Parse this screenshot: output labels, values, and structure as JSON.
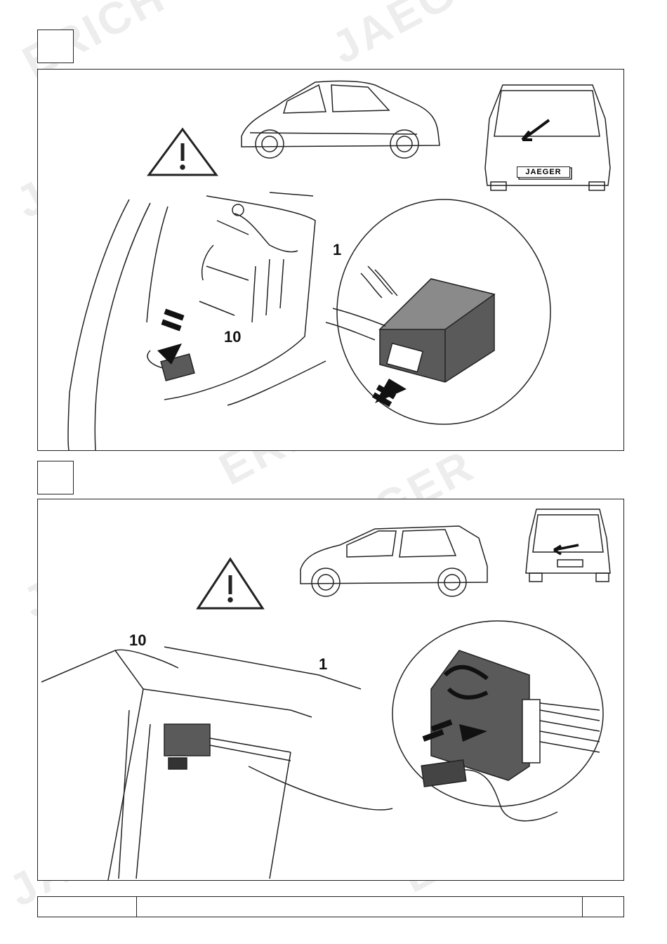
{
  "watermark": {
    "lines": [
      "ERICH",
      "JAEGER",
      "ERICH",
      "JAEGER",
      "ERICH",
      "JAEGER",
      "ERICH",
      "JAEGER",
      "ERICH",
      "JAEGER"
    ]
  },
  "panel_top": {
    "part_labels": {
      "connector": "1",
      "module": "10"
    },
    "plate_text": "JAEGER"
  },
  "panel_bottom": {
    "part_labels": {
      "module": "10",
      "connector": "1"
    }
  },
  "colors": {
    "line": "#222222",
    "module_fill": "#5a5a5a",
    "arrow": "#111111"
  },
  "icons": {
    "warning": "warning-triangle-icon"
  }
}
